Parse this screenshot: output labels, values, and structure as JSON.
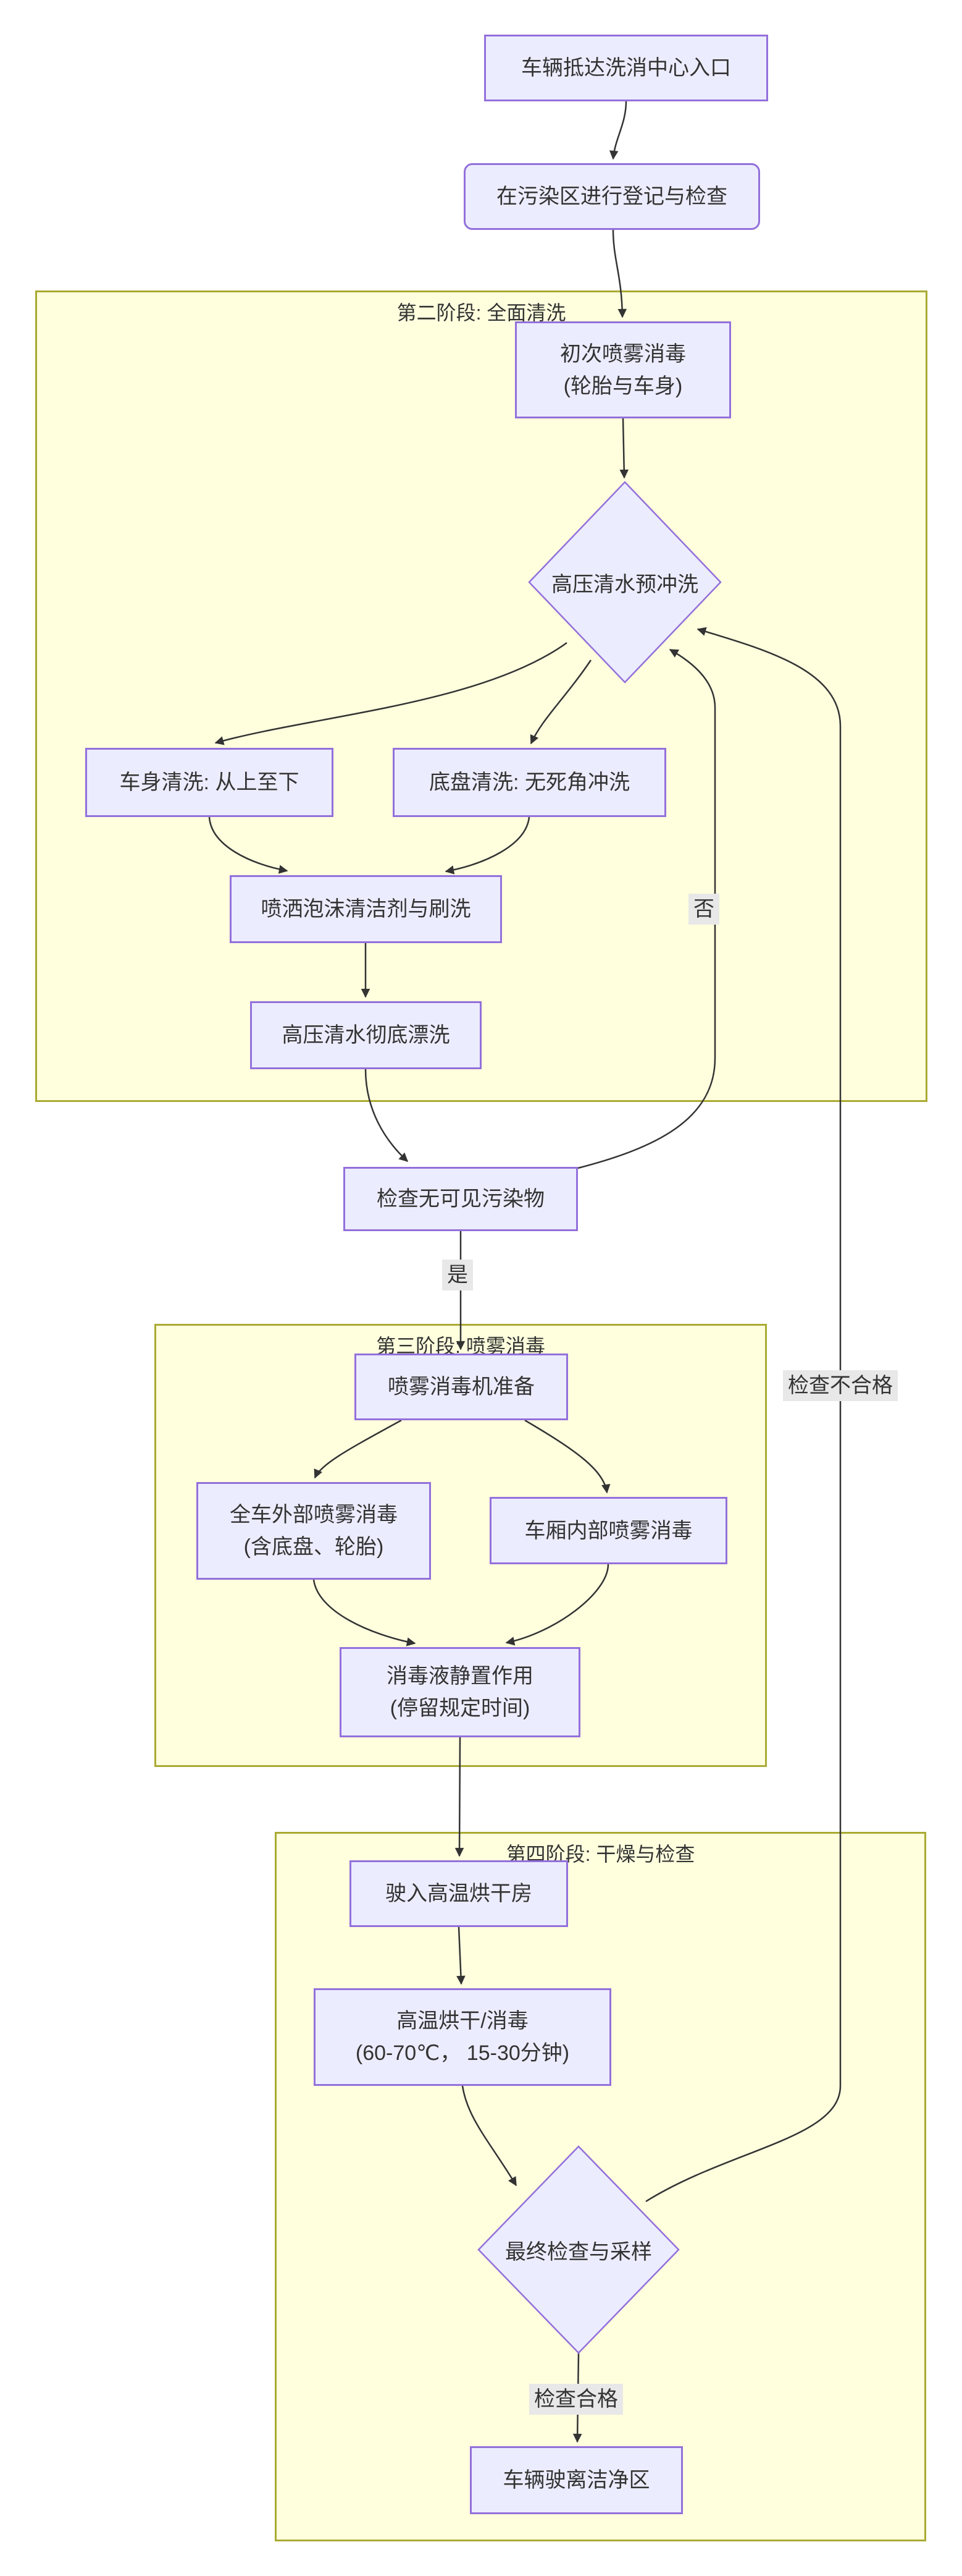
{
  "diagram": {
    "type": "flowchart",
    "background": "#FFFFFF",
    "colors": {
      "node_fill": "#ECECFF",
      "node_border": "#9370DB",
      "cluster_fill": "#FFFFDE",
      "cluster_border": "#AAAA33",
      "edge": "#333333",
      "text": "#333333",
      "edge_label_bg": "#E8E8E8"
    }
  },
  "clusters": {
    "phase2": {
      "label": "第二阶段: 全面清洗"
    },
    "phase3": {
      "label": "第三阶段: 喷雾消毒"
    },
    "phase4": {
      "label": "第四阶段: 干燥与检查"
    }
  },
  "nodes": {
    "arrive": {
      "label": "车辆抵达洗消中心入口"
    },
    "register": {
      "label": "在污染区进行登记与检查"
    },
    "initial_spray": {
      "line1": "初次喷雾消毒",
      "line2": "(轮胎与车身)"
    },
    "pre_rinse": {
      "label": "高压清水预冲洗"
    },
    "body_wash": {
      "label": "车身清洗: 从上至下"
    },
    "chassis_wash": {
      "label": "底盘清洗: 无死角冲洗"
    },
    "foam_brush": {
      "label": "喷洒泡沫清洁剂与刷洗"
    },
    "final_rinse": {
      "label": "高压清水彻底漂洗"
    },
    "inspect_clean": {
      "label": "检查无可见污染物"
    },
    "sprayer_prep": {
      "label": "喷雾消毒机准备"
    },
    "exterior_spray": {
      "line1": "全车外部喷雾消毒",
      "line2": "(含底盘、轮胎)"
    },
    "interior_spray": {
      "label": "车厢内部喷雾消毒"
    },
    "dwell": {
      "line1": "消毒液静置作用",
      "line2": "(停留规定时间)"
    },
    "enter_dryer": {
      "label": "驶入高温烘干房"
    },
    "hot_dry": {
      "line1": "高温烘干/消毒",
      "line2": "(60-70℃， 15-30分钟)"
    },
    "final_check": {
      "label": "最终检查与采样"
    },
    "leave": {
      "label": "车辆驶离洁净区"
    }
  },
  "edge_labels": {
    "yes": "是",
    "no": "否",
    "pass": "检查合格",
    "fail": "检查不合格"
  }
}
